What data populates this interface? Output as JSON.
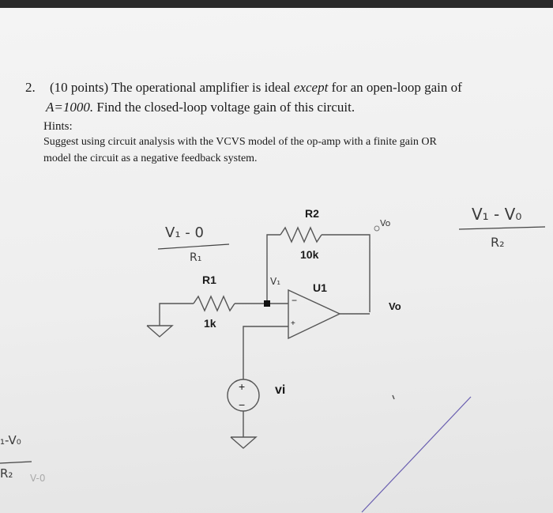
{
  "question": {
    "number": "2.",
    "line1_prefix": "(10 points) The operational amplifier is ideal",
    "line1_emph": "except",
    "line1_suffix": "for an open-loop gain of",
    "line2_gain": "A=1000.",
    "line2_rest": "Find the closed-loop voltage gain of this circuit."
  },
  "hints": {
    "title": "Hints:",
    "line1": "Suggest using circuit analysis with the VCVS model of the op-amp with a finite gain OR",
    "line2": "model the circuit as a negative feedback system."
  },
  "circuit": {
    "r2_name": "R2",
    "r2_value": "10k",
    "r1_name": "R1",
    "r1_value": "1k",
    "opamp_name": "U1",
    "opamp_minus": "−",
    "opamp_plus": "+",
    "output_label": "Vo",
    "input_label": "vi",
    "source_plus": "+",
    "source_minus": "−"
  },
  "handwriting": {
    "r1_current_num": "V₁ - 0",
    "r1_current_den": "R₁",
    "node_v1": "V₁",
    "node_vo": "Vo",
    "r2_current_num": "V₁ - V₀",
    "r2_current_den": "R₂",
    "left_num": "₁-V₀",
    "left_den": "R₂",
    "left_extra": "V-0"
  }
}
